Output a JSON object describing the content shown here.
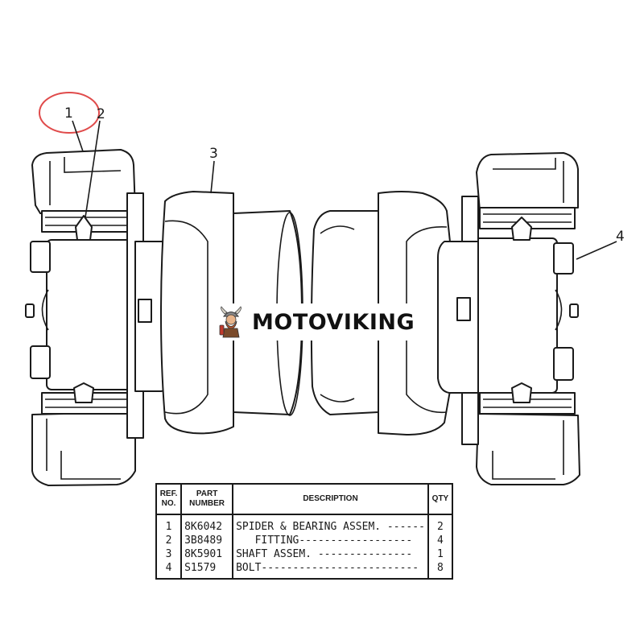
{
  "diagram": {
    "callouts": [
      "1",
      "2",
      "3",
      "4"
    ],
    "highlight_color": "#e04b4b",
    "line_color": "#1a1a1a"
  },
  "watermark": {
    "brand": "MOTOVIKING",
    "logo_icon": "viking-mascot-icon"
  },
  "parts_table": {
    "headers": {
      "ref_no": "REF. NO.",
      "part_number": "PART NUMBER",
      "description": "DESCRIPTION",
      "qty": "QTY"
    },
    "rows": [
      {
        "ref": "1",
        "part": "8K6042",
        "description": "SPIDER & BEARING ASSEM. ------",
        "qty": "2"
      },
      {
        "ref": "2",
        "part": "3B8489",
        "description": "   FITTING------------------",
        "qty": "4"
      },
      {
        "ref": "3",
        "part": "8K5901",
        "description": "SHAFT ASSEM. ---------------",
        "qty": "1"
      },
      {
        "ref": "4",
        "part": "S1579",
        "description": "BOLT-------------------------",
        "qty": "8"
      }
    ]
  }
}
